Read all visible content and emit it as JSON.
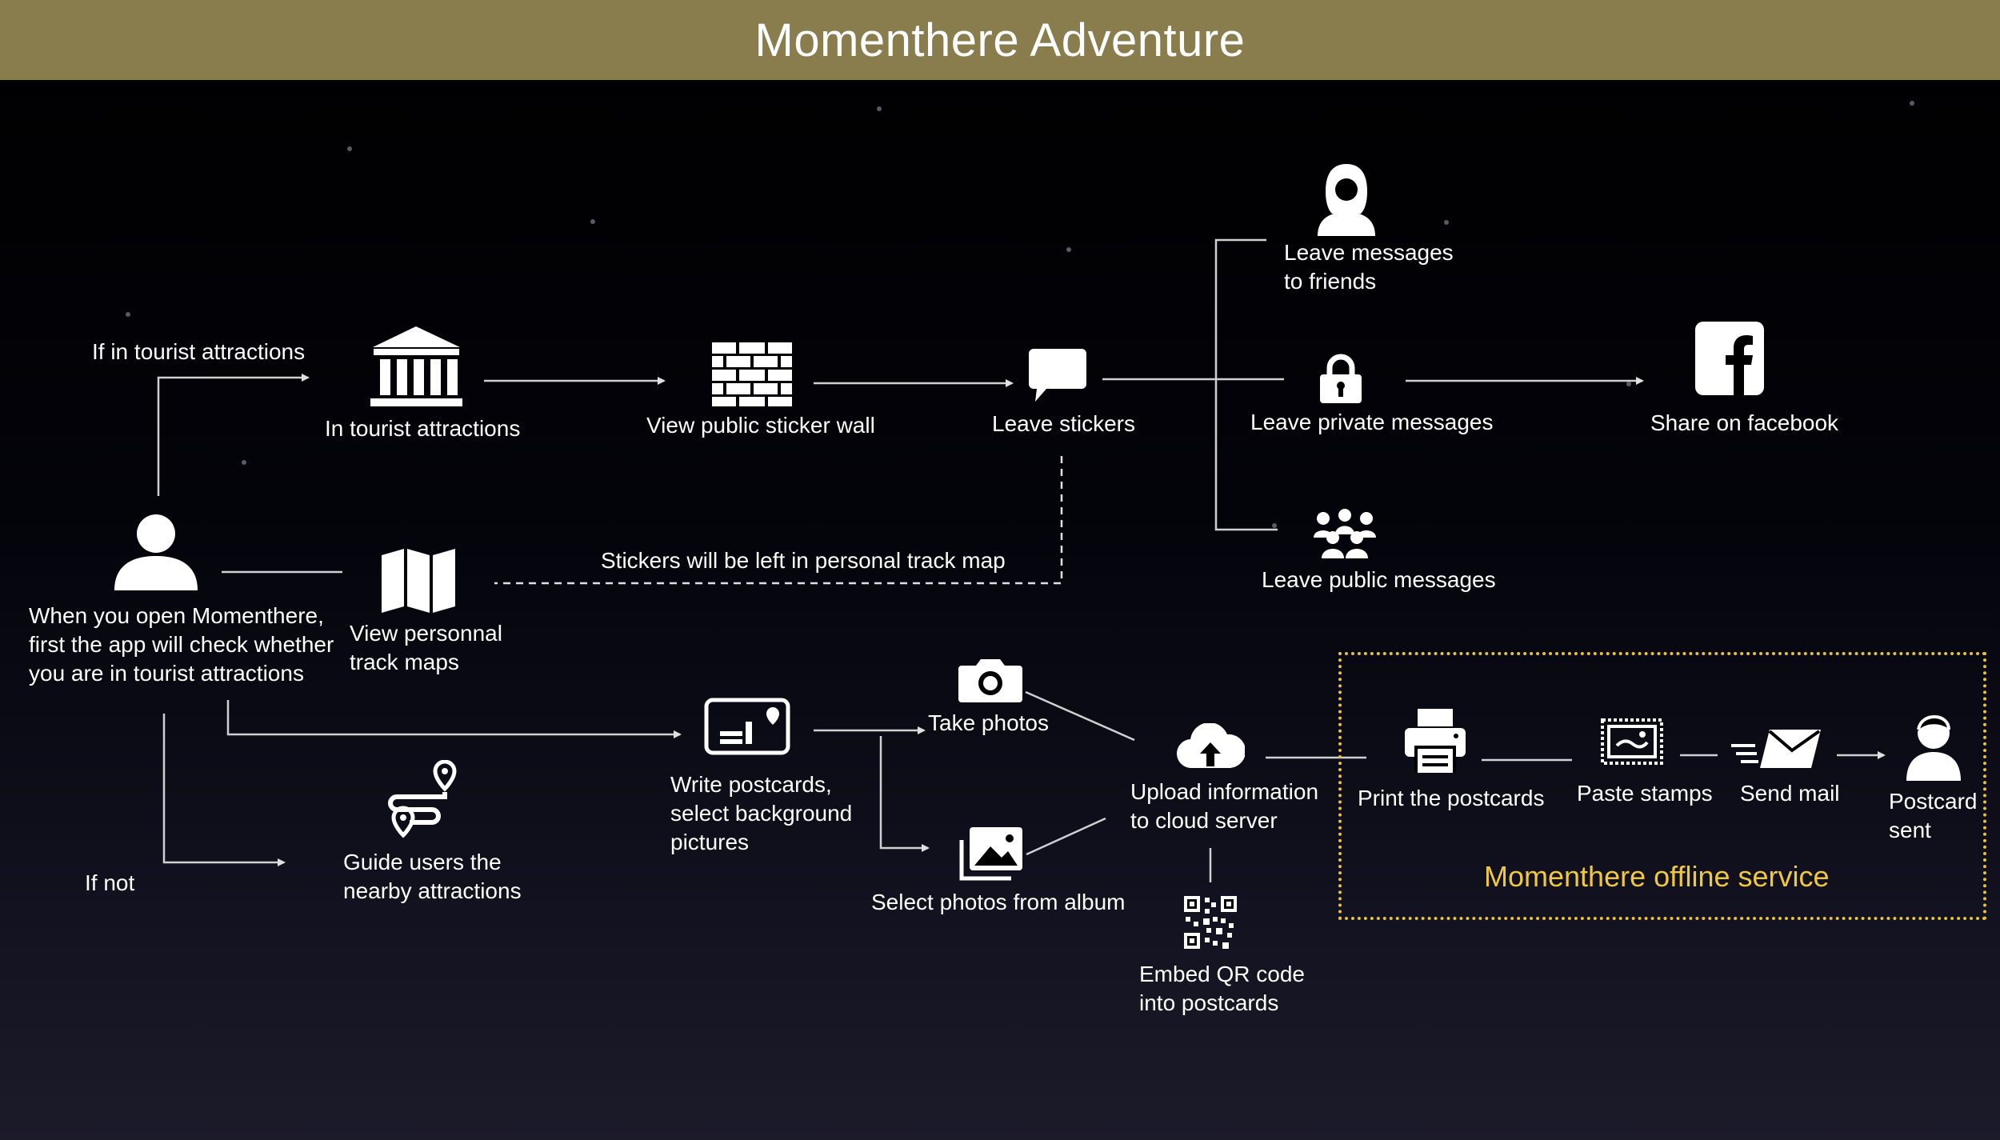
{
  "title": "Momenthere Adventure",
  "colors": {
    "header_bg": "#8a7d4d",
    "accent": "#f0c840",
    "line": "#d8d8d8",
    "background": "#000000"
  },
  "nodes": {
    "start": "When you open Momenthere,\nfirst the app will check whether\nyou are in tourist attractions",
    "if_tourist": "If in tourist attractions",
    "if_not": "If not",
    "in_tourist": "In tourist attractions",
    "sticker_wall": "View public sticker wall",
    "leave_stickers": "Leave stickers",
    "msg_friends": "Leave messages\nto friends",
    "msg_private": "Leave private messages",
    "msg_public": "Leave public messages",
    "share_fb": "Share on facebook",
    "track_maps": "View personnal\ntrack maps",
    "stickers_note": "Stickers will be left in personal track map",
    "guide": "Guide users the\nnearby attractions",
    "write_postcards": "Write postcards,\nselect background\npictures",
    "take_photos": "Take photos",
    "album": "Select photos from album",
    "upload": "Upload information\nto cloud server",
    "qr": "Embed QR code\ninto postcards",
    "print": "Print the postcards",
    "stamps": "Paste stamps",
    "send_mail": "Send mail",
    "sent": "Postcard\nsent",
    "offline": "Momenthere offline service"
  },
  "icons": [
    "user-icon",
    "museum-icon",
    "brick-wall-icon",
    "speech-bubble-icon",
    "woman-icon",
    "lock-icon",
    "group-icon",
    "facebook-icon",
    "map-icon",
    "route-pin-icon",
    "postcard-icon",
    "camera-icon",
    "picture-icon",
    "cloud-upload-icon",
    "qr-code-icon",
    "printer-icon",
    "stamp-icon",
    "mail-icon",
    "recipient-icon"
  ]
}
